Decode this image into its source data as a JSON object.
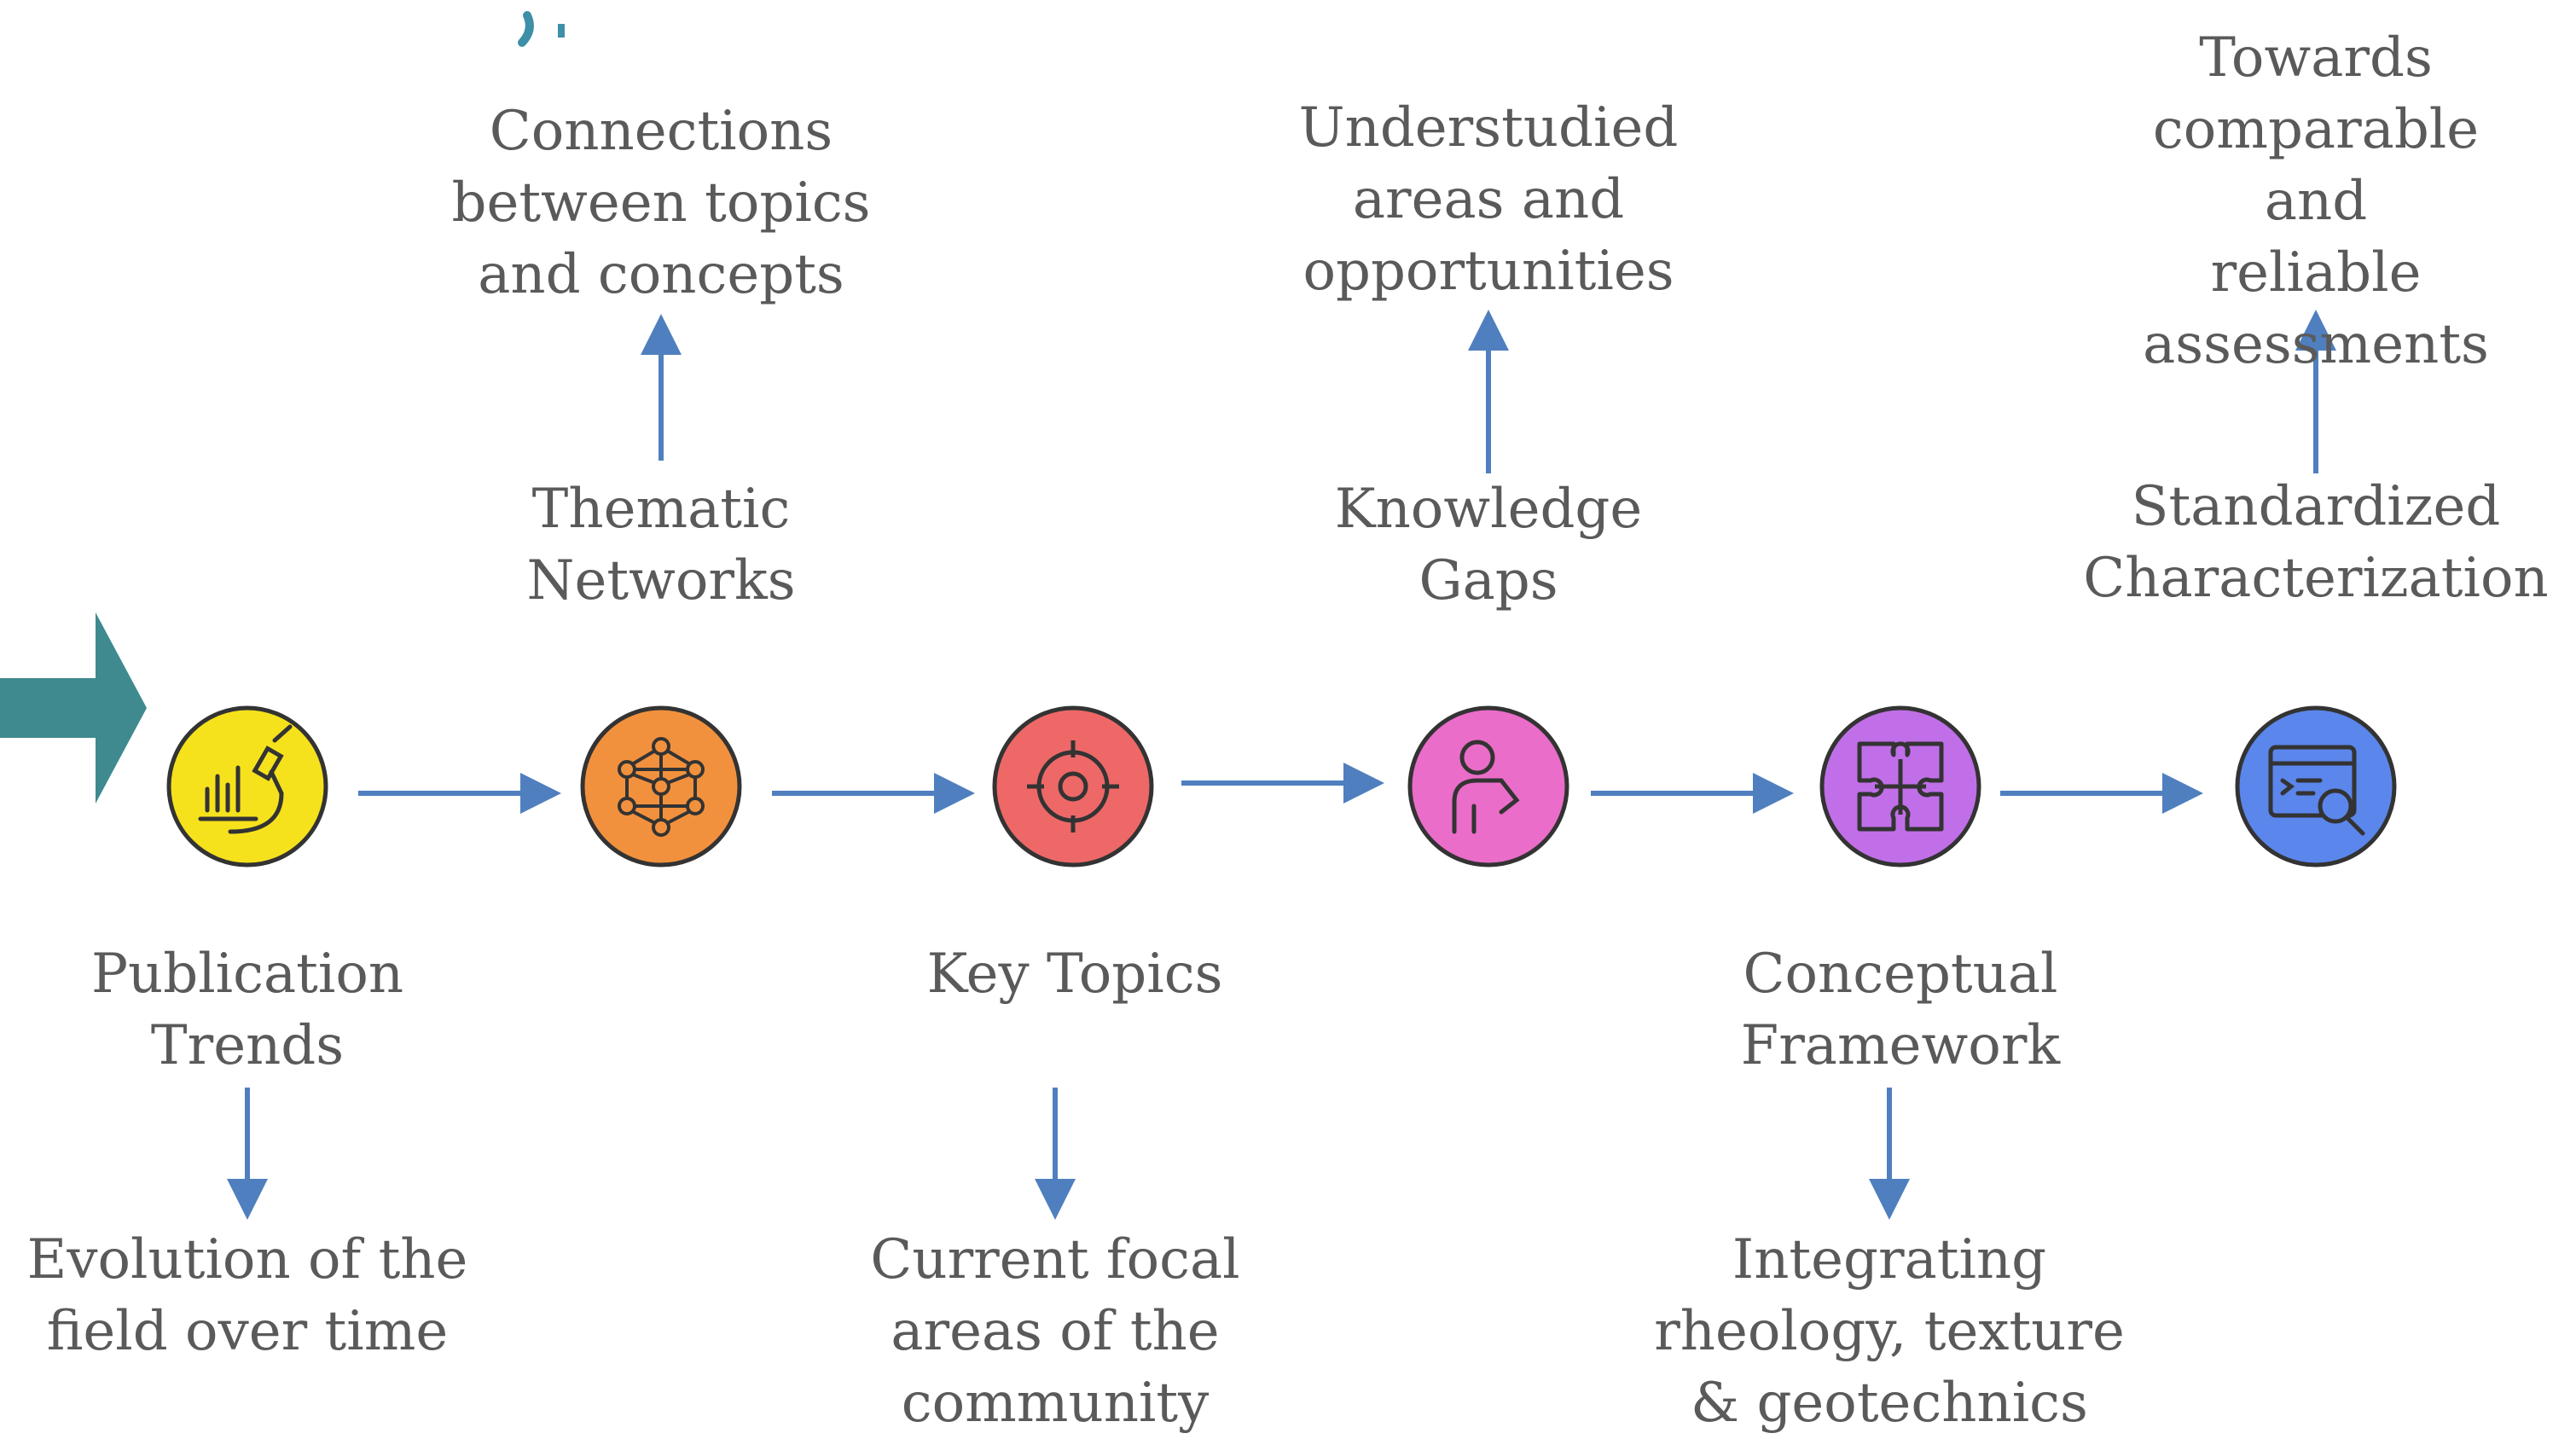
{
  "steps": [
    {
      "title": "Publication\nTrends",
      "detail": "Evolution of the\nfield over time",
      "icon": "chart-microscope-icon",
      "color": "#f5e21c"
    },
    {
      "title": "Thematic\nNetworks",
      "detail": "Connections\nbetween topics\nand concepts",
      "icon": "network-graph-icon",
      "color": "#f2913d"
    },
    {
      "title": "Key Topics",
      "detail": "Current focal\nareas of the\ncommunity",
      "icon": "target-icon",
      "color": "#ee6868"
    },
    {
      "title": "Knowledge\nGaps",
      "detail": "Understudied\nareas and\nopportunities",
      "icon": "person-thinking-icon",
      "color": "#ea6dc9"
    },
    {
      "title": "Conceptual\nFramework",
      "detail": "Integrating\nrheology, texture\n& geotechnics",
      "icon": "puzzle-icon",
      "color": "#c16fe8"
    },
    {
      "title": "Standardized\nCharacterization",
      "detail": "Towards\ncomparable and\nreliable\nassessments",
      "icon": "search-window-icon",
      "color": "#5b86ec"
    }
  ],
  "colors": {
    "arrow": "#4f7fbf",
    "entry_arrow": "#3e8a8f",
    "text": "#5a5a5a"
  }
}
